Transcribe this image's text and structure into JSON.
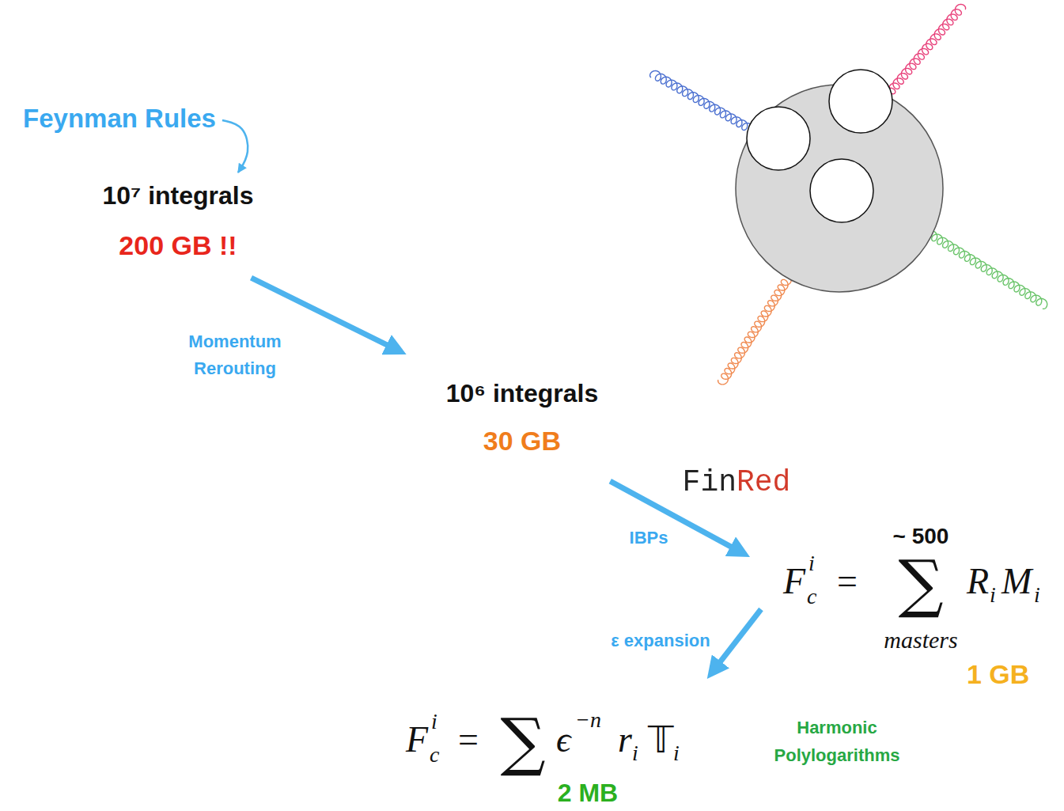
{
  "diagram": {
    "nodes": [
      {
        "text": [
          "Feynman Rules"
        ]
      },
      {
        "text": [
          "10⁷ integrals",
          "200 GB !!"
        ]
      },
      {
        "text": [
          "10⁶ integrals",
          "30 GB"
        ]
      },
      {
        "text": [
          "F",
          "i",
          "c",
          "=",
          "∑",
          "~ 500",
          "masters",
          "R",
          "i",
          "M",
          "i",
          "1 GB"
        ]
      },
      {
        "text": [
          "F",
          "i",
          "c",
          "=",
          "∑",
          "ϵ",
          "−n",
          "r",
          "i",
          "𝕋",
          "i",
          "2 MB"
        ]
      }
    ],
    "edges": [
      {
        "from": 0,
        "to": 1,
        "arrow": "to"
      },
      {
        "from": 1,
        "to": 2,
        "label": "Momentum Rerouting",
        "arrow": "to"
      },
      {
        "from": 2,
        "to": 3,
        "label": "IBPs",
        "arrow": "to"
      },
      {
        "from": 3,
        "to": 4,
        "label": "ε expansion",
        "arrow": "to"
      }
    ],
    "labels": [
      "FinRed",
      "Harmonic Polylogarithms"
    ]
  }
}
